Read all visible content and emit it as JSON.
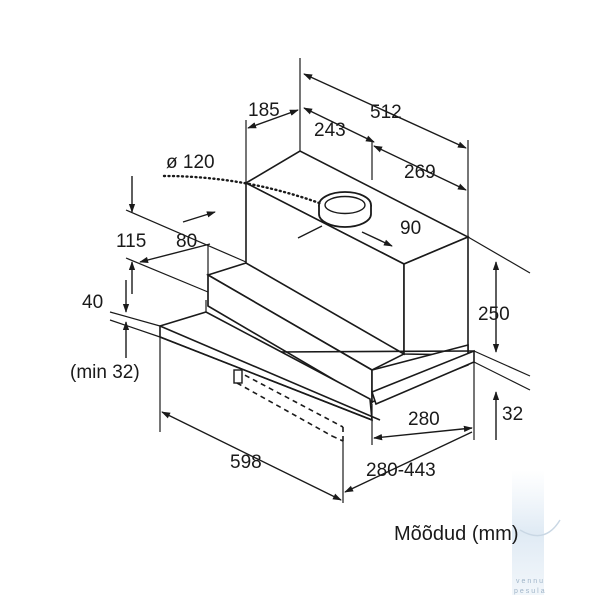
{
  "diagram": {
    "dimensions": {
      "d185": "185",
      "d512": "512",
      "d243": "243",
      "d269": "269",
      "d120": "ø 120",
      "d115": "115",
      "d80": "80",
      "d90": "90",
      "d40": "40",
      "dmin32": "(min 32)",
      "d250": "250",
      "d280": "280",
      "d32": "32",
      "d598": "598",
      "d280_443": "280-443"
    },
    "caption": "Mõõdud (mm)"
  }
}
